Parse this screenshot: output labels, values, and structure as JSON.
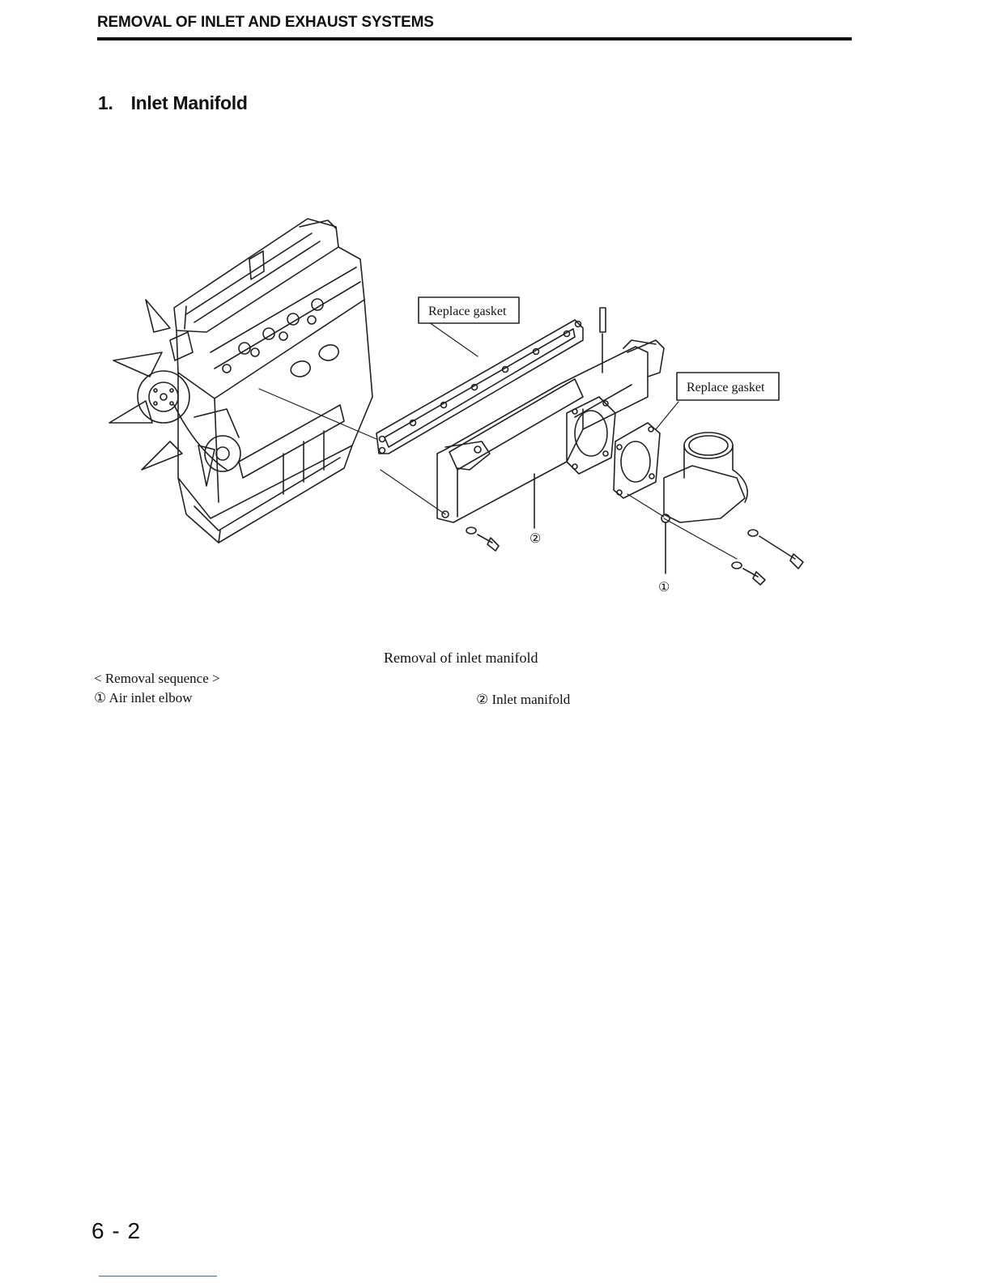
{
  "header": {
    "title": "REMOVAL OF INLET AND EXHAUST SYSTEMS"
  },
  "section": {
    "number": "1.",
    "title": "Inlet Manifold"
  },
  "figure": {
    "callouts": {
      "gasket_top": "Replace gasket",
      "gasket_right": "Replace gasket",
      "part_1": "①",
      "part_2": "②"
    },
    "caption": "Removal of inlet manifold"
  },
  "sequence": {
    "title": "< Removal sequence >",
    "items": [
      "① Air inlet elbow",
      "② Inlet manifold"
    ]
  },
  "footer": {
    "page_number": "6 - 2"
  }
}
